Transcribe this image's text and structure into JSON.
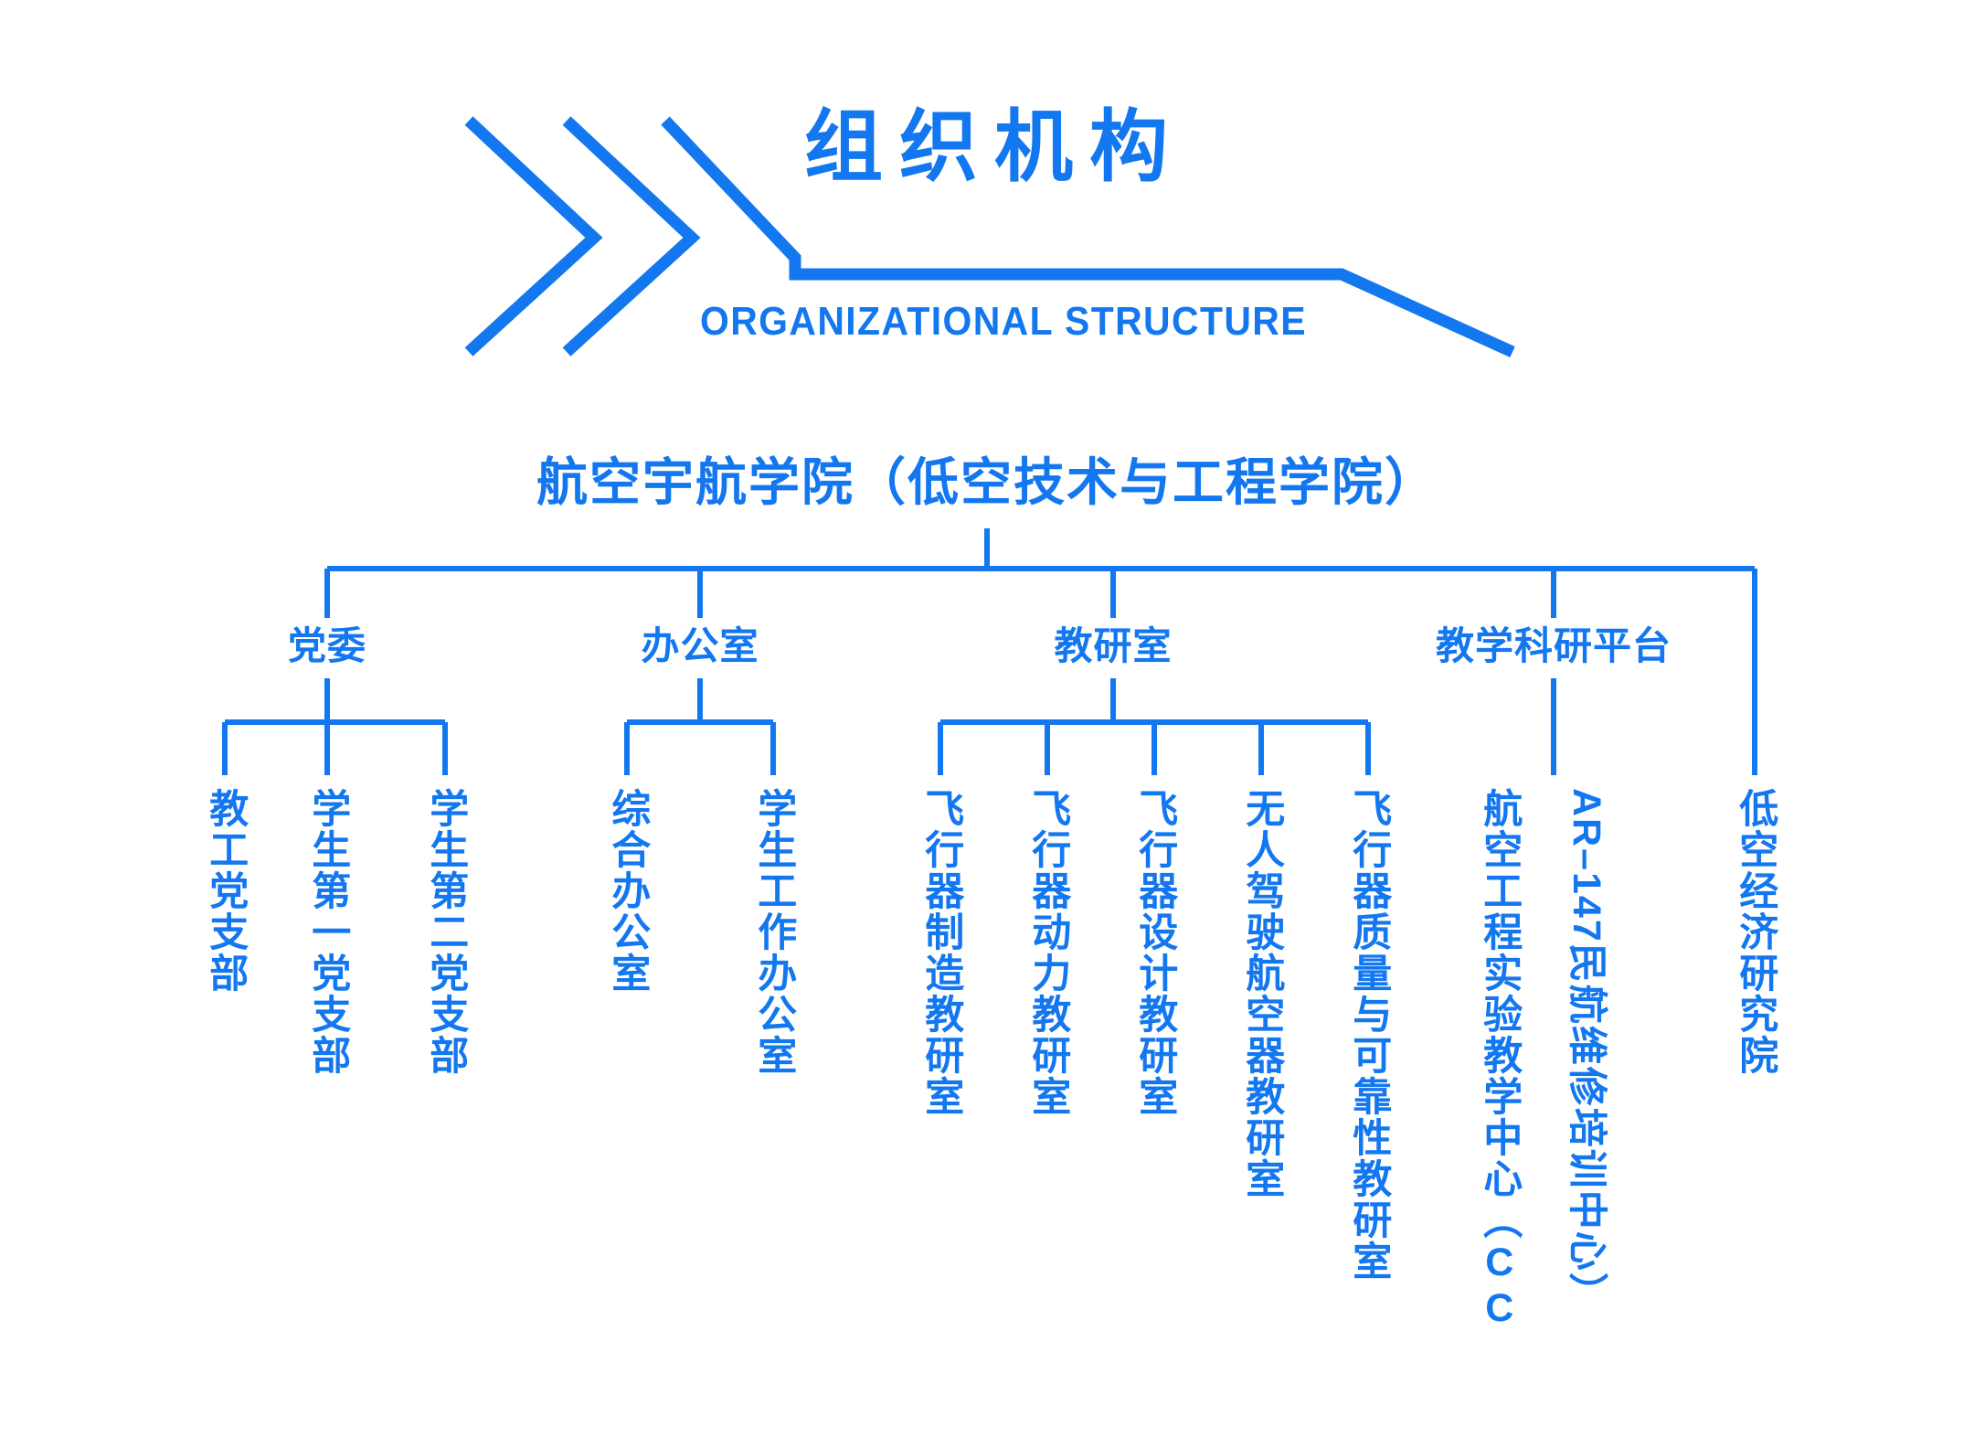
{
  "header": {
    "title_cn": "组织机构",
    "title_en": "ORGANIZATIONAL STRUCTURE",
    "chevron_icon": "double-chevron-right-icon",
    "accent_color": "#1377F0",
    "background_color": "#FFFFFF"
  },
  "chart_data": {
    "type": "diagram",
    "title": "组织机构",
    "subtitle": "ORGANIZATIONAL STRUCTURE",
    "orientation": "top-down",
    "node_color": "#1377F0",
    "line_color": "#1377F0",
    "root": "航空宇航学院（低空技术与工程学院）",
    "levels": 3,
    "groups": [
      {
        "label": "党委",
        "children": [
          "教工党支部",
          "学生第一党支部",
          "学生第二党支部"
        ]
      },
      {
        "label": "办公室",
        "children": [
          "综合办公室",
          "学生工作办公室"
        ]
      },
      {
        "label": "教研室",
        "children": [
          "飞行器制造教研室",
          "飞行器动力教研室",
          "飞行器设计教研室",
          "无人驾驶航空器教研室",
          "飞行器质量与可靠性教研室"
        ]
      },
      {
        "label": "教学科研平台",
        "children": [
          "航空工程实验教学中心（CC",
          "AR–147民航维修培训中心）"
        ]
      },
      {
        "label": "",
        "children": [
          "低空经济研究院"
        ]
      }
    ]
  },
  "tree": {
    "root": {
      "label": "航空宇航学院（低空技术与工程学院）"
    },
    "level2": [
      {
        "label": "党委"
      },
      {
        "label": "办公室"
      },
      {
        "label": "教研室"
      },
      {
        "label": "教学科研平台"
      }
    ],
    "leaves": [
      {
        "label": "教工党支部"
      },
      {
        "label": "学生第一党支部"
      },
      {
        "label": "学生第二党支部"
      },
      {
        "label": "综合办公室"
      },
      {
        "label": "学生工作办公室"
      },
      {
        "label": "飞行器制造教研室"
      },
      {
        "label": "飞行器动力教研室"
      },
      {
        "label": "飞行器设计教研室"
      },
      {
        "label": "无人驾驶航空器教研室"
      },
      {
        "label": "飞行器质量与可靠性教研室"
      },
      {
        "label": "航空工程实验教学中心（CC"
      },
      {
        "label": "AR–147民航维修培训中心）"
      },
      {
        "label": "低空经济研究院"
      }
    ]
  }
}
